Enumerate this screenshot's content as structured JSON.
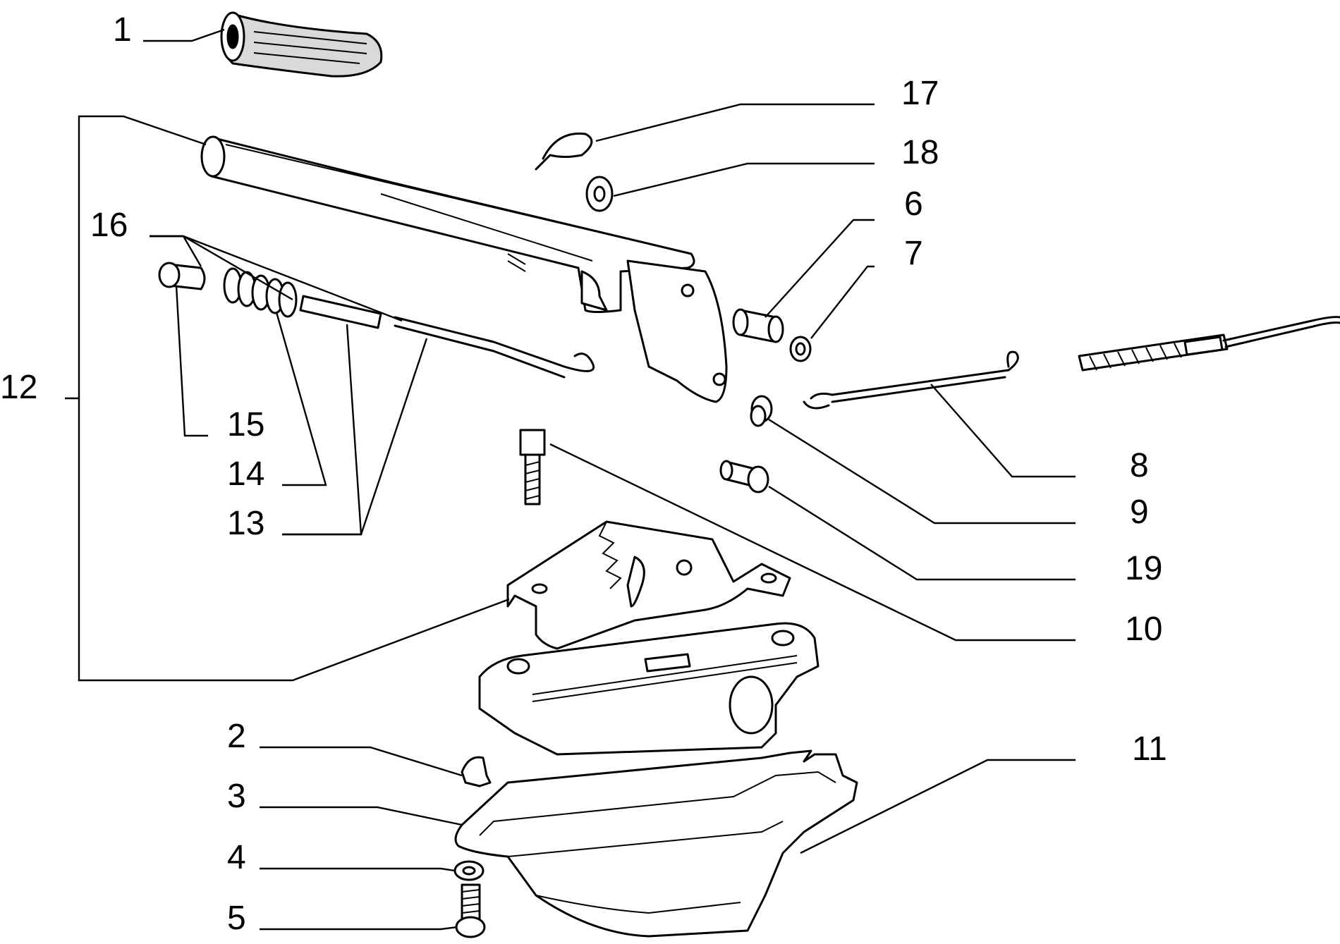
{
  "figure": {
    "type": "exploded parts diagram"
  },
  "callouts": [
    {
      "id": "c1",
      "label": "1"
    },
    {
      "id": "c2",
      "label": "2"
    },
    {
      "id": "c3",
      "label": "3"
    },
    {
      "id": "c4",
      "label": "4"
    },
    {
      "id": "c5",
      "label": "5"
    },
    {
      "id": "c6",
      "label": "6"
    },
    {
      "id": "c7",
      "label": "7"
    },
    {
      "id": "c8",
      "label": "8"
    },
    {
      "id": "c9",
      "label": "9"
    },
    {
      "id": "c10",
      "label": "10"
    },
    {
      "id": "c11",
      "label": "11"
    },
    {
      "id": "c12",
      "label": "12"
    },
    {
      "id": "c13",
      "label": "13"
    },
    {
      "id": "c14",
      "label": "14"
    },
    {
      "id": "c15",
      "label": "15"
    },
    {
      "id": "c16",
      "label": "16"
    },
    {
      "id": "c17",
      "label": "17"
    },
    {
      "id": "c18",
      "label": "18"
    },
    {
      "id": "c19",
      "label": "19"
    }
  ]
}
